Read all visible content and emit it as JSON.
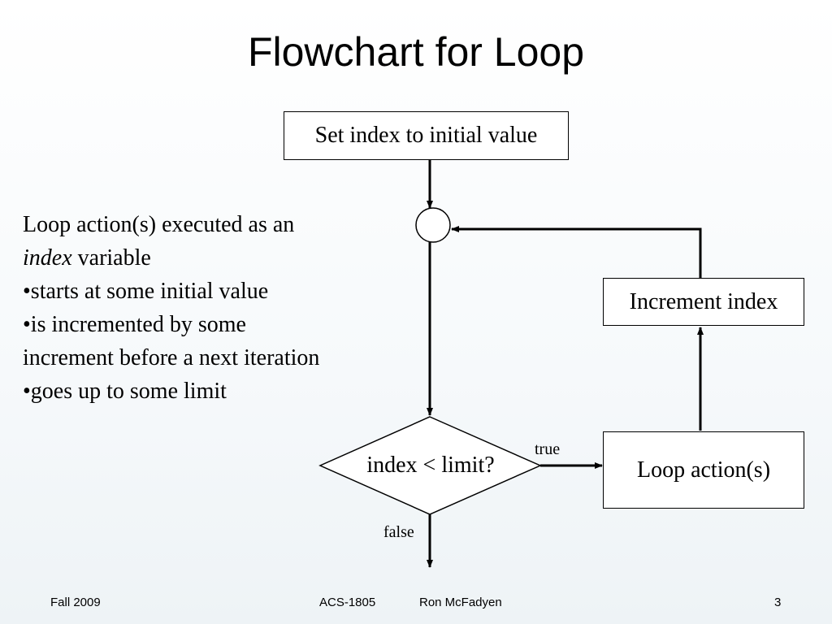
{
  "slide": {
    "title": "Flowchart for Loop"
  },
  "description": {
    "line1": "Loop action(s) executed as an",
    "line2_italic": "index",
    "line2_rest": " variable",
    "bullet1": "•starts at some initial value",
    "bullet2a": "•is incremented by some",
    "bullet2b": "increment before a next iteration",
    "bullet3": "•goes up to some limit"
  },
  "flowchart": {
    "init_box": "Set index to initial value",
    "increment_box": "Increment index",
    "action_box": "Loop action(s)",
    "decision": "index < limit?",
    "true_label": "true",
    "false_label": "false"
  },
  "footer": {
    "term": "Fall 2009",
    "course": "ACS-1805",
    "author": "Ron McFadyen",
    "page": "3"
  }
}
